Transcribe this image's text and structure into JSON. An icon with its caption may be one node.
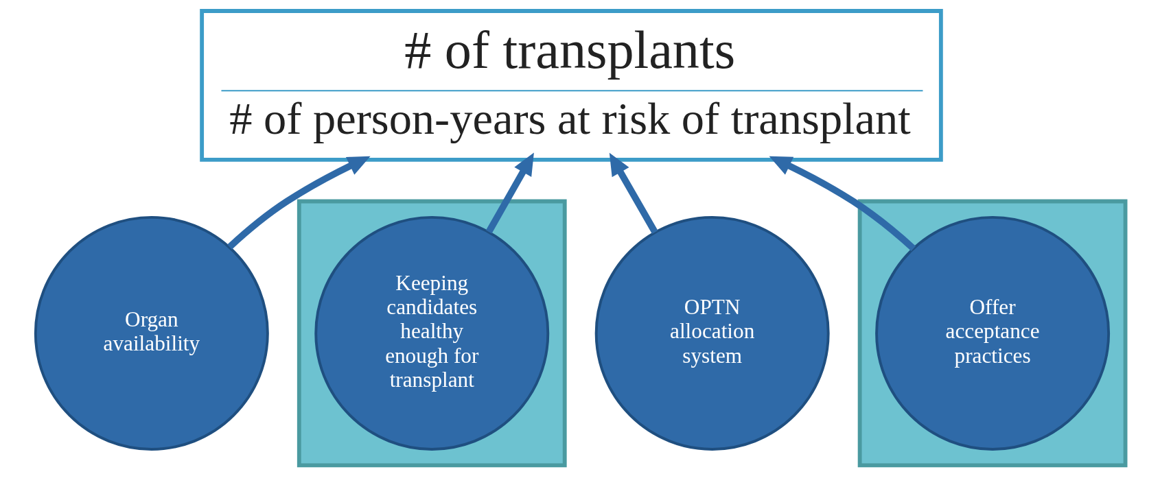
{
  "diagram": {
    "nodes": [
      {
        "text": [
          "# of transplants",
          "# of person-years at risk of transplant"
        ]
      },
      {
        "text": [
          "Organ availability"
        ]
      },
      {
        "text": [],
        "shape": "box"
      },
      {
        "text": [
          "Keeping candidates healthy enough for transplant"
        ],
        "in": 2
      },
      {
        "text": [
          "OPTN allocation system"
        ]
      },
      {
        "text": [],
        "shape": "box"
      },
      {
        "text": [
          "Offer acceptance practices"
        ],
        "in": 5
      }
    ],
    "edges": [
      {
        "from": 1,
        "to": 0,
        "arrow": "to"
      },
      {
        "from": 3,
        "to": 0,
        "arrow": "to"
      },
      {
        "from": 4,
        "to": 0,
        "arrow": "to"
      },
      {
        "from": 6,
        "to": 0,
        "arrow": "to"
      }
    ]
  }
}
